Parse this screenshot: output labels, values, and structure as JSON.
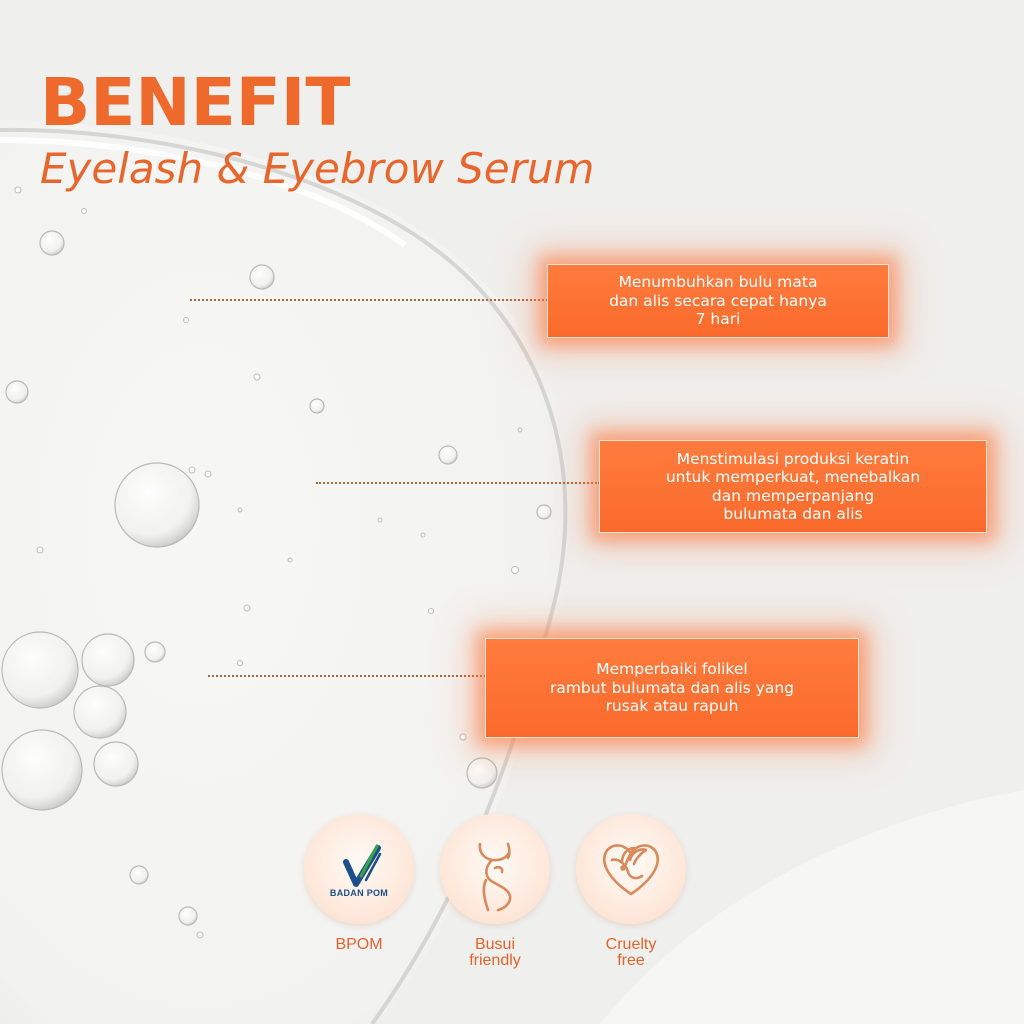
{
  "header": {
    "title": "BENEFIT",
    "subtitle": "Eyelash & Eyebrow Serum"
  },
  "benefits": [
    {
      "lines": [
        "Menumbuhkan bulu mata",
        "dan alis secara cepat hanya",
        "7 hari"
      ]
    },
    {
      "lines": [
        "Menstimulasi produksi keratin",
        "untuk memperkuat, menebalkan",
        "dan memperpanjang",
        "bulumata dan alis"
      ]
    },
    {
      "lines": [
        "Memperbaiki folikel",
        "rambut bulumata dan alis yang",
        "rusak atau rapuh"
      ]
    }
  ],
  "badges": [
    {
      "label": "BPOM",
      "logo_text": "BADAN POM",
      "icon": "bpom-logo-icon"
    },
    {
      "label": "Busui friendly",
      "label_lines": [
        "Busui",
        "friendly"
      ],
      "icon": "pregnant-woman-icon"
    },
    {
      "label": "Cruelty free",
      "label_lines": [
        "Cruelty",
        "free"
      ],
      "icon": "rabbit-heart-icon"
    }
  ],
  "colors": {
    "accent": "#ee6a2c",
    "box_fill": "#fa6a2b",
    "leader": "#b1652f",
    "badge_icon": "#d98a5c",
    "bpom_blue": "#1b4f8a",
    "bpom_green": "#3aa44a"
  }
}
